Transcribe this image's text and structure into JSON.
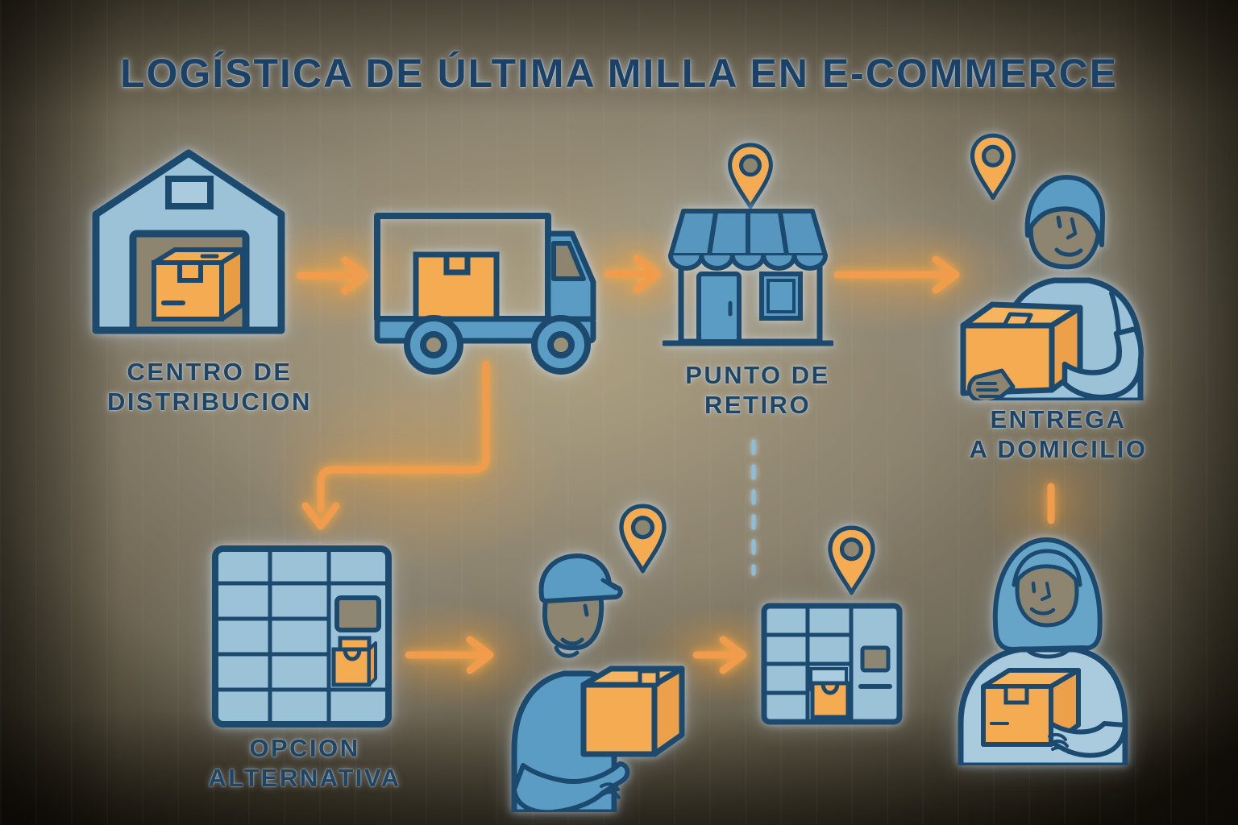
{
  "title": "LOGÍSTICA DE ÚLTIMA MILLA EN E-COMMERCE",
  "nodes": {
    "distribution_center": {
      "label_line1": "CENTRO DE",
      "label_line2": "DISTRIBUCION",
      "icon": "warehouse-icon"
    },
    "delivery_truck": {
      "icon": "delivery-truck-icon"
    },
    "pickup_point": {
      "label_line1": "PUNTO DE",
      "label_line2": "RETIRO",
      "icon": "storefront-icon",
      "pin": "location-pin-icon"
    },
    "home_delivery": {
      "label_line1": "ENTREGA",
      "label_line2": "A DOMICILIO",
      "icon": "courier-holding-box-icon",
      "pin": "location-pin-icon"
    },
    "alternative_option": {
      "label_line1": "OPCION",
      "label_line2": "ALTERNATIVA",
      "icon": "parcel-locker-icon"
    },
    "courier_handoff": {
      "icon": "courier-cap-holding-box-icon",
      "pin": "location-pin-icon"
    },
    "locker_dropoff": {
      "icon": "parcel-locker-small-icon",
      "pin": "location-pin-icon"
    },
    "customer": {
      "icon": "woman-holding-box-icon"
    }
  },
  "connections": [
    {
      "from": "distribution_center",
      "to": "delivery_truck",
      "type": "arrow"
    },
    {
      "from": "delivery_truck",
      "to": "pickup_point",
      "type": "arrow"
    },
    {
      "from": "pickup_point",
      "to": "home_delivery",
      "type": "arrow"
    },
    {
      "from": "delivery_truck",
      "to": "alternative_option",
      "type": "elbow-arrow"
    },
    {
      "from": "alternative_option",
      "to": "courier_handoff",
      "type": "arrow"
    },
    {
      "from": "courier_handoff",
      "to": "locker_dropoff",
      "type": "arrow"
    },
    {
      "from": "pickup_point",
      "to": "locker_dropoff",
      "type": "dashed-line"
    },
    {
      "from": "home_delivery",
      "to": "customer",
      "type": "line"
    }
  ],
  "colors": {
    "outline_navy": "#1c4a6e",
    "medium_blue": "#5b9cc4",
    "light_blue": "#9cc2d8",
    "pale_blue": "#a9cbdd",
    "box_orange": "#f4ab52",
    "arrow_orange": "#f09c4c",
    "text_navy": "#1d4568",
    "background_tan": "#a2977c"
  }
}
